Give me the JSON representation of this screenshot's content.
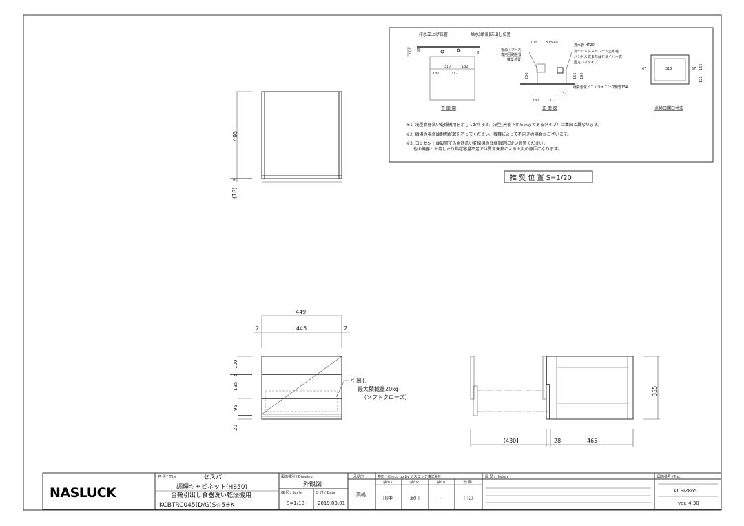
{
  "front_view": {
    "height_dim": "493",
    "small_dim": "3",
    "base_dim": "(18)"
  },
  "recommended": {
    "labels": {
      "drain_riser": "排水立上げ位置",
      "drain_floor": "給水(給湯)床出し位置",
      "power": "電源・アース",
      "circuit": "専用回路設置",
      "recommend_pos": "推奨位置",
      "drain_pipe": "排水管 HT20",
      "valve1": "片ナット付ストレート止水栓",
      "valve2": "ハンドル式またはドライバー式",
      "valve3": "固定コマタイプ",
      "pipe": "硬質塩化ビニルライニング鋼管15A"
    },
    "dims": {
      "d117": "117",
      "d68": "68",
      "d40": "40",
      "d317": "317",
      "d132": "132",
      "d137": "137",
      "d312": "312",
      "d100": "100",
      "d30_40": "30～40",
      "d200": "200",
      "d155": "155",
      "d190": "190",
      "d132b": "132",
      "d137b": "137",
      "d312b": "312",
      "d67a": "67",
      "d315": "315",
      "d67b": "67",
      "d165": "165",
      "d121": "121"
    },
    "view_titles": {
      "plan": "平 面 図",
      "front": "正 面 図",
      "opening": "点検口開口寸法"
    },
    "notes": [
      "※1. 浅型食器洗い乾燥機用を示しております。深型(天板下から床まであるタイプ）は本図と異なります。",
      "※2. 給湯の場合は耐熱配管を行ってください。機種によって不向きの場合がございます。",
      "※3. コンセントは設置する食器洗い乾燥機の仕様指定に従い設置ください。",
      "他の機器と併用したり指定容量不足では異常発熱による火災の原因になります。"
    ],
    "caption": "推 奨 位 置  S=1/20"
  },
  "lower_front": {
    "d449": "449",
    "d2a": "2",
    "d445": "445",
    "d2b": "2",
    "d100": "100",
    "d5": "5",
    "d135": "135",
    "d95": "95",
    "d20": "20",
    "drawer1": "引出し",
    "drawer2": "最大積載量20kg",
    "drawer3": "（ソフトクローズ）"
  },
  "side_view": {
    "d355": "355",
    "d430": "【430】",
    "d28": "28",
    "d465": "465"
  },
  "title_block": {
    "logo": "NASLUCK",
    "title_label": "名 称 / Title",
    "series": "セスパ",
    "product": "調理キャビネット(H850)",
    "desc": "台輪引出し食器洗い乾燥機用",
    "model": "KCBTRC045(D/G)S☆5※K",
    "drawing_label": "図面種別 / Drawing",
    "drawing": "外観図",
    "scale_label": "縮 尺 / Scale",
    "scale": "S=1/10",
    "date_label": "日 付 / Date",
    "date": "2019.03.01",
    "approver_label": "承認印",
    "approver": "高嶋",
    "check_label": "検印 / Check up by  ナスラック株式会社",
    "check_cols": [
      "検印3",
      "検印2",
      "検印1",
      "作 図"
    ],
    "checkers": [
      "田中",
      "堀川",
      "-",
      "田辺"
    ],
    "history_label": "履 歴 / History",
    "no_label": "図面番号 / No.",
    "number": "ACSI2865",
    "version": "ver. 4.30"
  }
}
